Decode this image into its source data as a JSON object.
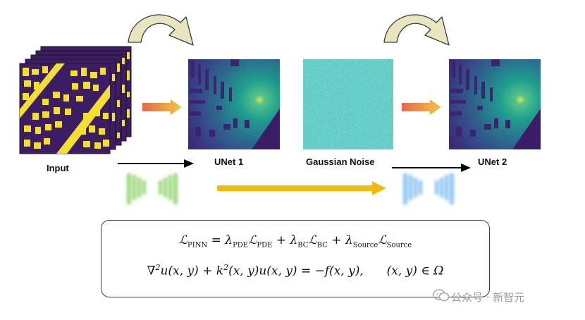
{
  "labels": {
    "input": "Input",
    "unet1": "UNet 1",
    "noise": "Gaussian Noise",
    "unet2": "UNet 2"
  },
  "equations": {
    "loss": {
      "lhs": "ℒ",
      "lhs_sub": "PINN",
      "eq": "=",
      "l1": "λ",
      "l1_sub": "PDE",
      "t1": "ℒ",
      "t1_sub": "PDE",
      "plus": "+",
      "l2": "λ",
      "l2_sub": "BC",
      "t2": "ℒ",
      "t2_sub": "BC",
      "l3": "λ",
      "l3_sub": "Source",
      "t3": "ℒ",
      "t3_sub": "Source"
    },
    "pde": {
      "part1": "∇",
      "sup1": "2",
      "part2": "u(x, y) + k",
      "sup2": "2",
      "part3": "(x, y)u(x, y) = −f(x, y),",
      "part4": "(x, y) ∈ Ω"
    }
  },
  "watermark": "公众号 · 新智元",
  "colors": {
    "curve_arrow": "#e9e5bf",
    "curve_outline": "#3b3b3b",
    "orange_arrow_start": "#e8694a",
    "orange_arrow_end": "#f5c542",
    "yellow_arrow": "#f2b90f",
    "green_net": "#8fd46a",
    "blue_net": "#7fbdf2",
    "building": "#f3df2f",
    "background_map": "#3d1c66"
  }
}
